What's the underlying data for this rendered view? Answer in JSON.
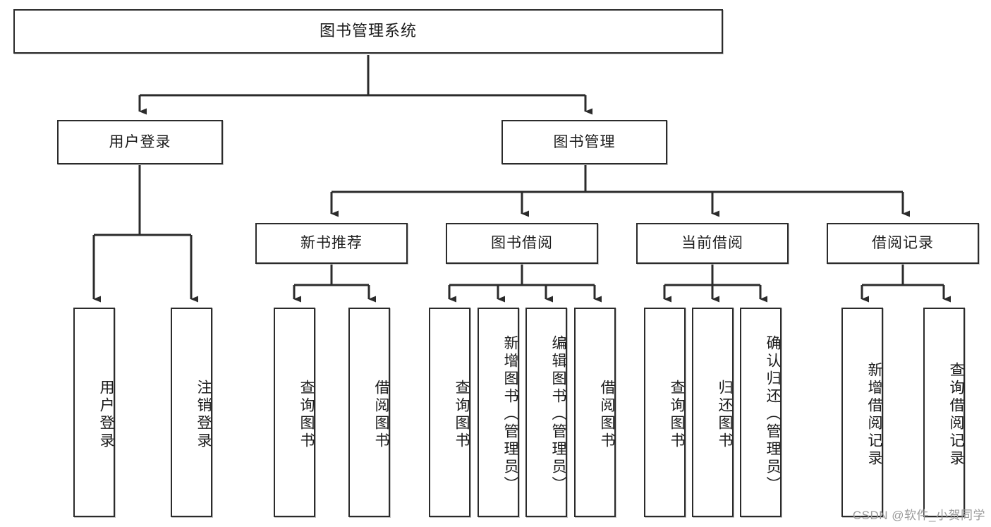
{
  "diagram": {
    "title": "图书管理系统",
    "type": "hierarchy-tree",
    "watermark": "CSDN @软件_小贺同学",
    "colors": {
      "box_border": "#2b2b2b",
      "box_fill": "#ffffff",
      "connector": "#2b2b2b",
      "text": "#1b1b1b",
      "watermark": "#9a9a9a"
    },
    "nodes": {
      "root": {
        "label": "图书管理系统"
      },
      "level2": [
        {
          "label": "用户登录"
        },
        {
          "label": "图书管理"
        }
      ],
      "level3": [
        {
          "label": "新书推荐"
        },
        {
          "label": "图书借阅"
        },
        {
          "label": "当前借阅"
        },
        {
          "label": "借阅记录"
        }
      ],
      "leaves": {
        "user_login": [
          {
            "label": "用户登录"
          },
          {
            "label": "注销登录"
          }
        ],
        "new_book": [
          {
            "label": "查询图书"
          },
          {
            "label": "借阅图书"
          }
        ],
        "borrow_book": [
          {
            "label": "查询图书"
          },
          {
            "label": "新增图书（管理员）"
          },
          {
            "label": "编辑图书（管理员）"
          },
          {
            "label": "借阅图书"
          }
        ],
        "current_borrow": [
          {
            "label": "查询图书"
          },
          {
            "label": "归还图书"
          },
          {
            "label": "确认归还（管理员）"
          }
        ],
        "borrow_record": [
          {
            "label": "新增借阅记录"
          },
          {
            "label": "查询借阅记录"
          }
        ]
      }
    }
  }
}
